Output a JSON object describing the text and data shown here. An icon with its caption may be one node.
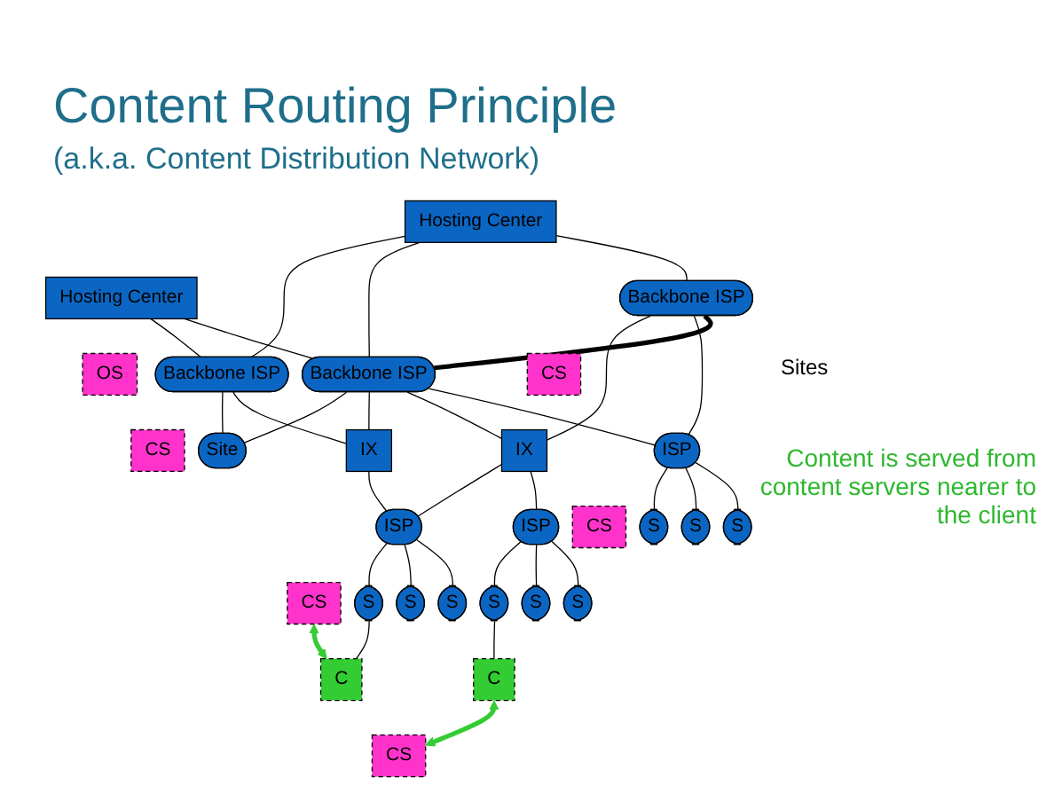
{
  "diagram": {
    "title": "Content Routing Principle",
    "nodes": [
      {
        "text": [
          "Hosting Center"
        ]
      },
      {
        "text": [
          "Hosting Center"
        ]
      },
      {
        "text": [
          "OS"
        ]
      },
      {
        "text": [
          "Backbone ISP"
        ]
      },
      {
        "text": [
          "CS"
        ]
      },
      {
        "text": [
          "Backbone ISP"
        ]
      },
      {
        "text": [
          "CS"
        ]
      },
      {
        "text": [
          "Backbone ISP"
        ]
      },
      {
        "text": [
          "CS"
        ]
      },
      {
        "text": [
          "IX"
        ]
      },
      {
        "text": [
          "IX"
        ]
      },
      {
        "text": [
          "ISP"
        ]
      },
      {
        "text": [
          "CS"
        ]
      },
      {
        "text": [
          "Site"
        ]
      },
      {
        "text": [
          "ISP"
        ]
      },
      {
        "text": [
          "ISP"
        ]
      },
      {
        "text": [
          "CS"
        ]
      },
      {
        "text": [
          "S"
        ]
      },
      {
        "text": [
          "S"
        ]
      },
      {
        "text": [
          "S"
        ]
      },
      {
        "text": [
          "S"
        ]
      },
      {
        "text": [
          "S"
        ]
      },
      {
        "text": [
          "S"
        ]
      },
      {
        "text": [
          "S"
        ]
      },
      {
        "text": [
          "S"
        ]
      },
      {
        "text": [
          "S"
        ]
      },
      {
        "text": [
          "C"
        ]
      },
      {
        "text": [
          "C"
        ]
      }
    ],
    "edges": [
      {
        "from": 0,
        "to": 3,
        "arrow": "none"
      },
      {
        "from": 0,
        "to": 5,
        "arrow": "none"
      },
      {
        "from": 0,
        "to": 7,
        "arrow": "none"
      },
      {
        "from": 1,
        "to": 5,
        "arrow": "none"
      },
      {
        "from": 1,
        "to": 7,
        "arrow": "none"
      },
      {
        "from": 3,
        "to": 5,
        "arrow": "none",
        "style": "thick"
      },
      {
        "from": 3,
        "to": 11,
        "arrow": "none"
      },
      {
        "from": 3,
        "to": 9,
        "arrow": "none"
      },
      {
        "from": 5,
        "to": 11,
        "arrow": "none"
      },
      {
        "from": 5,
        "to": 9,
        "arrow": "none"
      },
      {
        "from": 5,
        "to": 10,
        "arrow": "none"
      },
      {
        "from": 5,
        "to": 13,
        "arrow": "none"
      },
      {
        "from": 7,
        "to": 10,
        "arrow": "none"
      },
      {
        "from": 7,
        "to": 13,
        "arrow": "none"
      },
      {
        "from": 9,
        "to": 14,
        "arrow": "none"
      },
      {
        "from": 9,
        "to": 15,
        "arrow": "none"
      },
      {
        "from": 10,
        "to": 15,
        "arrow": "none"
      },
      {
        "from": 11,
        "to": 17,
        "arrow": "none"
      },
      {
        "from": 11,
        "to": 18,
        "arrow": "none"
      },
      {
        "from": 11,
        "to": 19,
        "arrow": "none"
      },
      {
        "from": 14,
        "to": 20,
        "arrow": "none"
      },
      {
        "from": 14,
        "to": 21,
        "arrow": "none"
      },
      {
        "from": 14,
        "to": 22,
        "arrow": "none"
      },
      {
        "from": 15,
        "to": 23,
        "arrow": "none"
      },
      {
        "from": 15,
        "to": 24,
        "arrow": "none"
      },
      {
        "from": 15,
        "to": 25,
        "arrow": "none"
      },
      {
        "from": 22,
        "to": 26,
        "arrow": "none"
      },
      {
        "from": 25,
        "to": 27,
        "arrow": "none"
      },
      {
        "from": 26,
        "to": 6,
        "arrow": "both",
        "style": "thick",
        "color": "#33cc33"
      },
      {
        "from": 16,
        "to": 27,
        "arrow": "both",
        "style": "thick",
        "color": "#33cc33"
      }
    ],
    "labels": [
      "(a.k.a. Content Distribution Network)",
      "Sites",
      "Content is served from content servers nearer to the client"
    ]
  }
}
